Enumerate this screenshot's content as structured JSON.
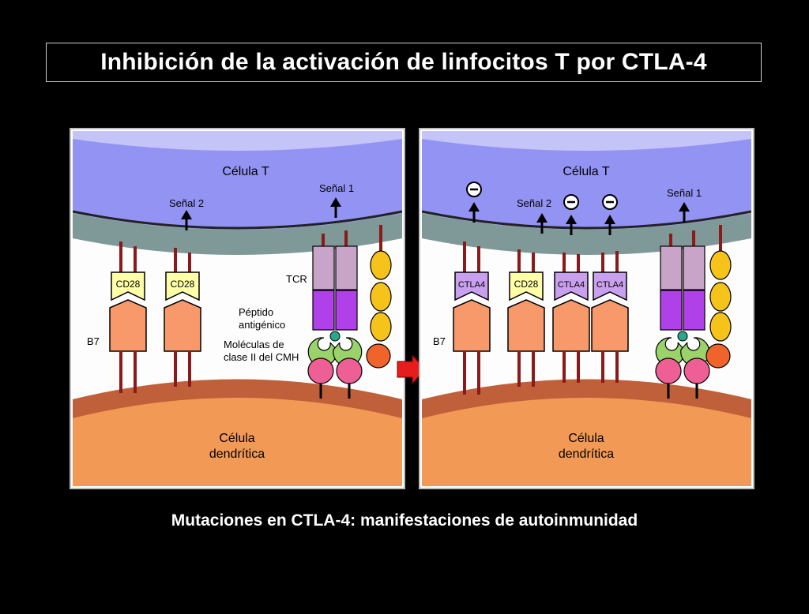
{
  "slide": {
    "title": "Inhibición de la activación de linfocitos T por CTLA-4",
    "caption": "Mutaciones en CTLA-4: manifestaciones de autoinmunidad"
  },
  "left_panel": {
    "t_cell_label": "Célula T",
    "dendritic_label_line1": "Célula",
    "dendritic_label_line2": "dendrítica",
    "signal2_label": "Señal 2",
    "signal1_label": "Señal 1",
    "receptor1_label": "CD28",
    "receptor2_label": "CD28",
    "tcr_label": "TCR",
    "peptide_label_line1": "Péptido",
    "peptide_label_line2": "antigénico",
    "mhc_label_line1": "Moléculas de",
    "mhc_label_line2": "clase II del CMH",
    "b7_label": "B7"
  },
  "right_panel": {
    "t_cell_label": "Célula T",
    "dendritic_label_line1": "Célula",
    "dendritic_label_line2": "dendrítica",
    "signal2_label": "Señal 2",
    "signal1_label": "Señal 1",
    "receptor1_label": "CTLA4",
    "receptor2_label": "CD28",
    "receptor3_label": "CTLA4",
    "receptor4_label": "CTLA4",
    "b7_label": "B7"
  },
  "colors": {
    "t_cell": "#9393f3",
    "t_cell_membrane": "#222222",
    "membrane_band": "#7f9898",
    "dendritic_cell": "#f29a55",
    "dendritic_membrane": "#c0603a",
    "cd28": "#ffffa8",
    "ctla4": "#c9a0ee",
    "b7": "#f7996b",
    "tcr_top": "#c9a4c9",
    "tcr_bottom": "#b040e8",
    "mhc": "#ee5f96",
    "peptide_holder": "#9ad36a",
    "coreceptor": "#f5c31a",
    "arrow_red": "#e51d1d"
  }
}
